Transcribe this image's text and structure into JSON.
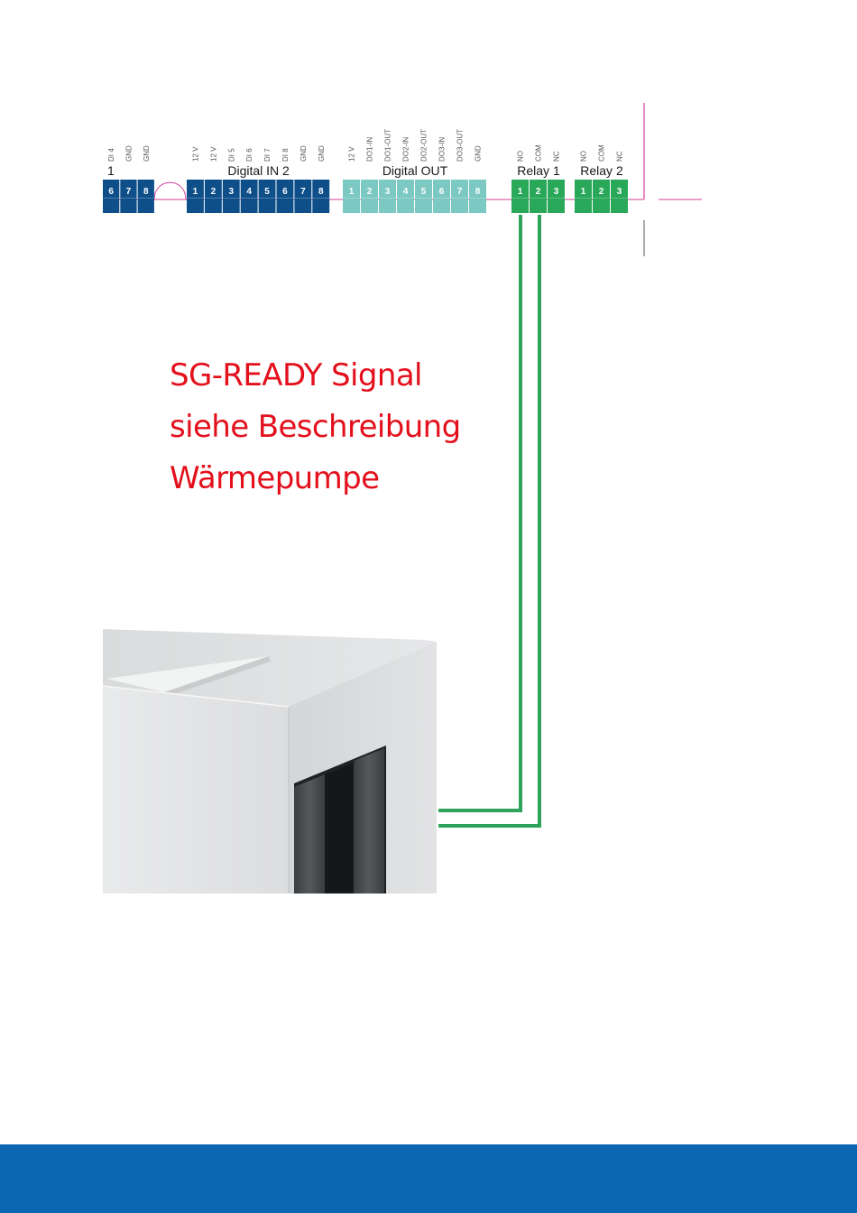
{
  "colors": {
    "digital_in": "#0e4f8a",
    "digital_out": "#7cc8c2",
    "relay": "#2aa85a",
    "signal_wire": "#2fa35a",
    "bus_line": "#d6409a",
    "note_text": "#e3101c",
    "footer": "#0b67b1"
  },
  "blocks": [
    {
      "id": "di1",
      "title": "1",
      "pins": [
        "6",
        "7",
        "8"
      ],
      "labels": [
        "DI 4",
        "GND",
        "GND"
      ],
      "color": "digital_in"
    },
    {
      "id": "di2",
      "title": "Digital IN 2",
      "pins": [
        "1",
        "2",
        "3",
        "4",
        "5",
        "6",
        "7",
        "8"
      ],
      "labels": [
        "12 V",
        "12 V",
        "DI 5",
        "DI 6",
        "DI 7",
        "DI 8",
        "GND",
        "GND"
      ],
      "color": "digital_in"
    },
    {
      "id": "dout",
      "title": "Digital OUT",
      "pins": [
        "1",
        "2",
        "3",
        "4",
        "5",
        "6",
        "7",
        "8"
      ],
      "labels": [
        "12 V",
        "DO1-IN",
        "DO1-OUT",
        "DO2-IN",
        "DO2-OUT",
        "DO3-IN",
        "DO3-OUT",
        "GND"
      ],
      "color": "digital_out"
    },
    {
      "id": "relay1",
      "title": "Relay 1",
      "pins": [
        "1",
        "2",
        "3"
      ],
      "labels": [
        "NO",
        "COM",
        "NC"
      ],
      "color": "relay"
    },
    {
      "id": "relay2",
      "title": "Relay 2",
      "pins": [
        "1",
        "2",
        "3"
      ],
      "labels": [
        "NO",
        "COM",
        "NC"
      ],
      "color": "relay"
    }
  ],
  "note": {
    "line1": "SG-READY Signal",
    "line2": "siehe Beschreibung",
    "line3": "Wärmepumpe"
  }
}
